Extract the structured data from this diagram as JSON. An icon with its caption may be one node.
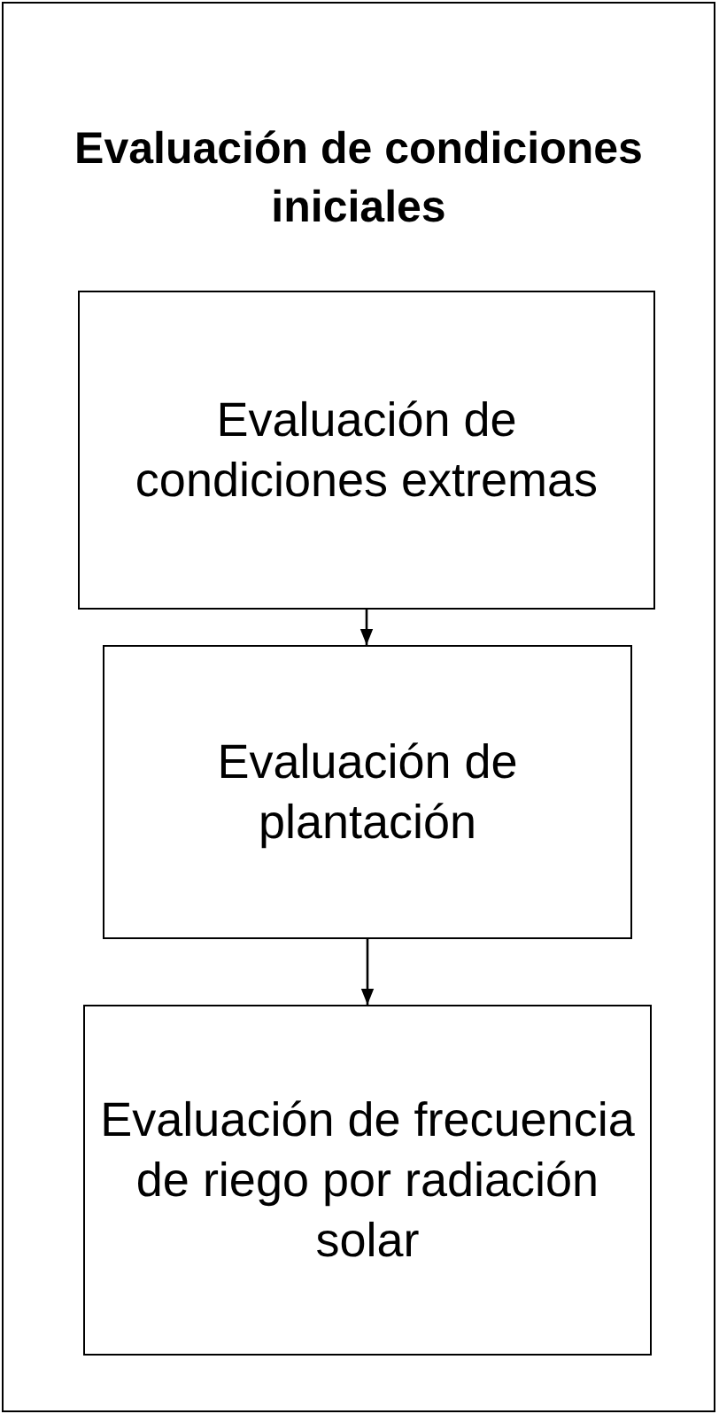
{
  "diagram": {
    "nodes": [
      {
        "text": [
          "Evaluación de condiciones iniciales"
        ]
      },
      {
        "text": [
          "Evaluación de condiciones extremas"
        ],
        "in": 0
      },
      {
        "text": [
          "Evaluación de plantación"
        ],
        "in": 0
      },
      {
        "text": [
          "Evaluación de frecuencia de riego por radiación solar"
        ],
        "in": 0
      }
    ],
    "edges": [
      {
        "from": 1,
        "to": 2,
        "arrow": "to"
      },
      {
        "from": 2,
        "to": 3,
        "arrow": "to"
      }
    ]
  }
}
